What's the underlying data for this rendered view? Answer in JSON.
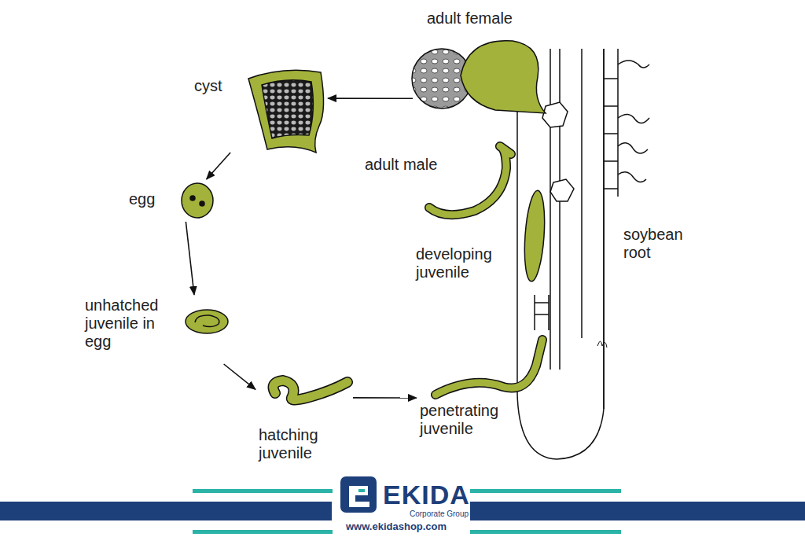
{
  "diagram": {
    "nodes": [
      {
        "text": [
          "adult female"
        ]
      },
      {
        "text": [
          "cyst"
        ]
      },
      {
        "text": [
          "egg"
        ]
      },
      {
        "text": [
          "unhatched juvenile in egg"
        ]
      },
      {
        "text": [
          "hatching juvenile"
        ]
      },
      {
        "text": [
          "penetrating juvenile"
        ]
      },
      {
        "text": [
          "developing juvenile"
        ]
      },
      {
        "text": [
          "adult male"
        ]
      }
    ],
    "edges": [
      {
        "from": 0,
        "to": 1,
        "arrow": "to"
      },
      {
        "from": 1,
        "to": 2,
        "arrow": "to"
      },
      {
        "from": 2,
        "to": 3,
        "arrow": "to"
      },
      {
        "from": 3,
        "to": 4,
        "arrow": "to"
      },
      {
        "from": 4,
        "to": 5,
        "arrow": "to"
      }
    ],
    "labels": [
      "soybean root",
      "EKIDA",
      "Corporate Group",
      "www.ekidashop.com"
    ]
  }
}
